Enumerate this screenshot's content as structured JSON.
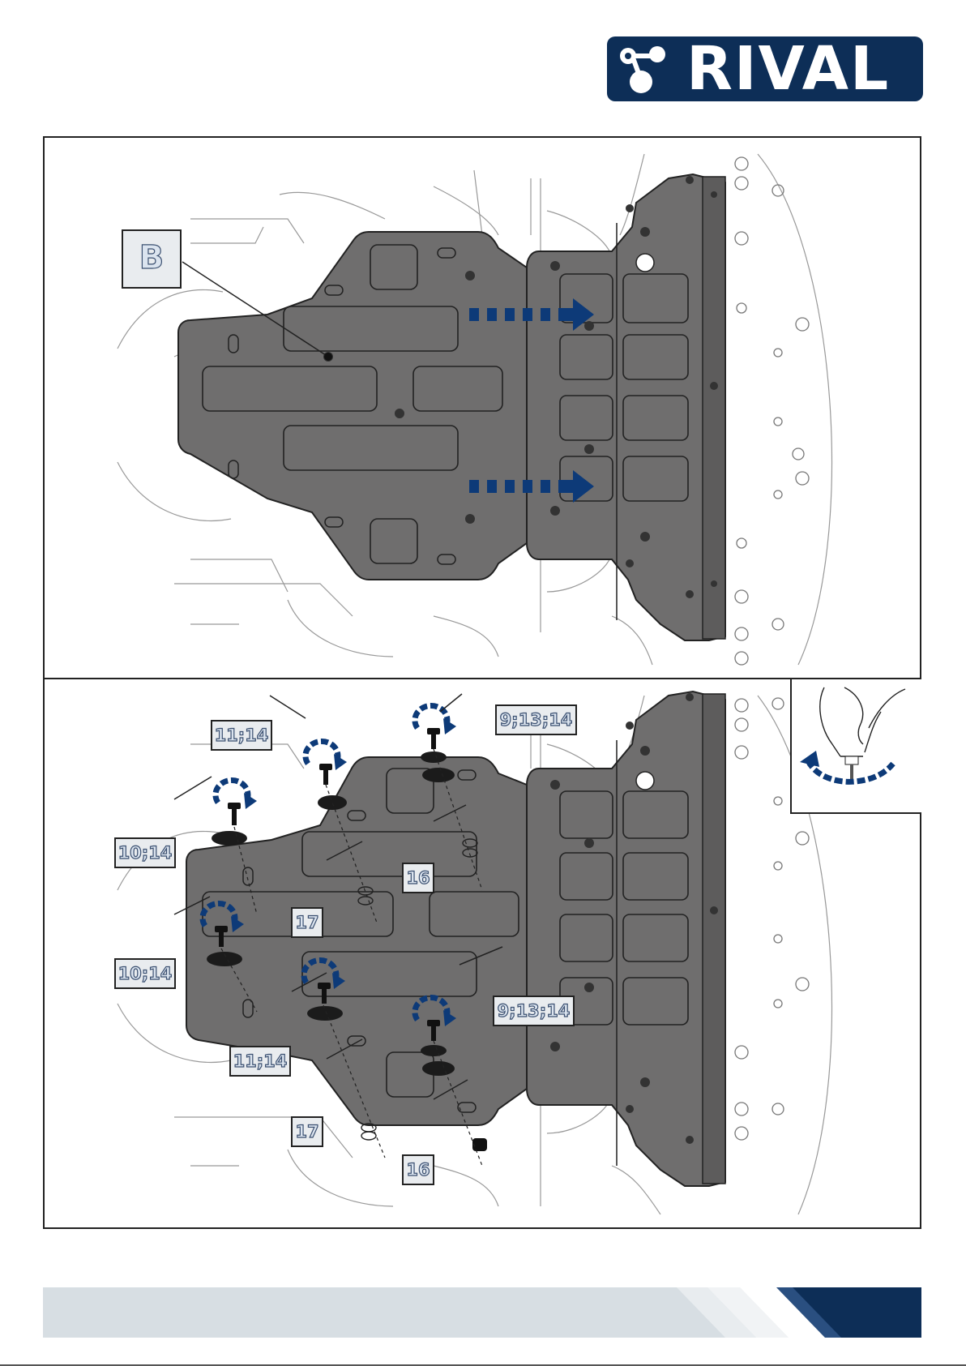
{
  "brand": {
    "name": "RIVAL",
    "color": "#0d2e57"
  },
  "colors": {
    "arrow": "#0d3a78",
    "plate": "#6f6e6e",
    "callout_text": "#dbe4ef"
  },
  "step1": {
    "callouts": {
      "b": "B"
    }
  },
  "step2": {
    "callouts": {
      "c1": "9;13;14",
      "c2": "11;14",
      "c3": "10;14",
      "c4": "16",
      "c5": "17",
      "c6": "10;14",
      "c7": "9;13;14",
      "c8": "11;14",
      "c9": "17",
      "c10": "16"
    }
  },
  "icons": [
    "rival-logo-icon",
    "rotation-arrow-icon",
    "bolt-icon",
    "washer-icon",
    "nut-icon",
    "hand-tighten-icon",
    "direction-arrow-icon"
  ]
}
